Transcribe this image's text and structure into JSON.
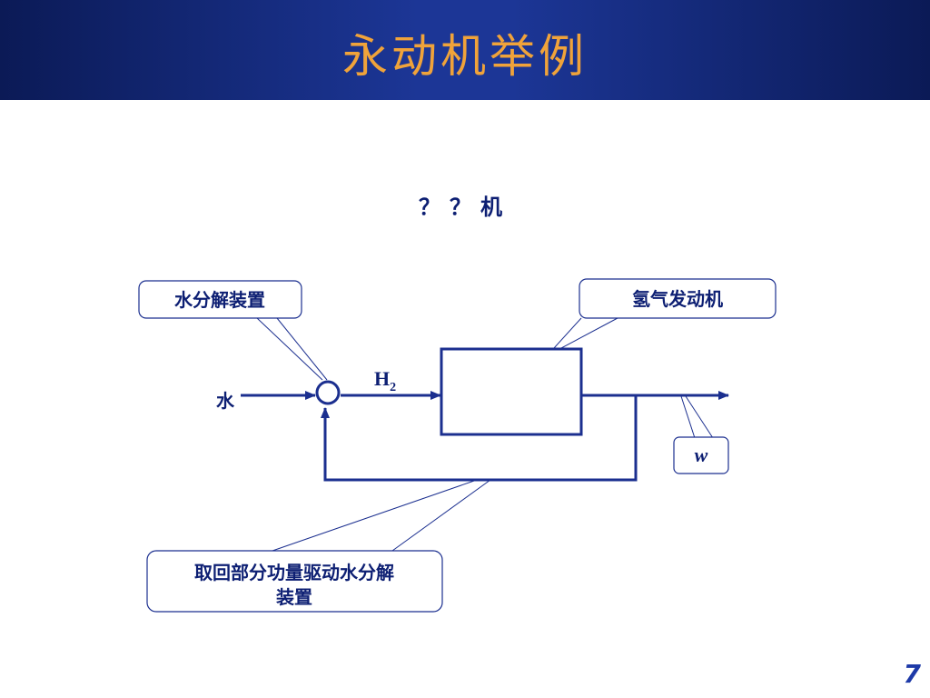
{
  "slide": {
    "title": "永动机举例",
    "subtitle": "？？机",
    "page_number": "7"
  },
  "diagram": {
    "input_label": "水",
    "flow_label": "H",
    "flow_label_sub": "2",
    "output_label": "w",
    "callouts": {
      "water_splitter": "水分解装置",
      "hydrogen_engine": "氢气发动机",
      "feedback_line1": "取回部分功量驱动水分解",
      "feedback_line2": "装置"
    }
  },
  "colors": {
    "header_bg": "#1c3696",
    "title": "#f0a33a",
    "line": "#1b2f8f",
    "text": "#0d1f73"
  }
}
